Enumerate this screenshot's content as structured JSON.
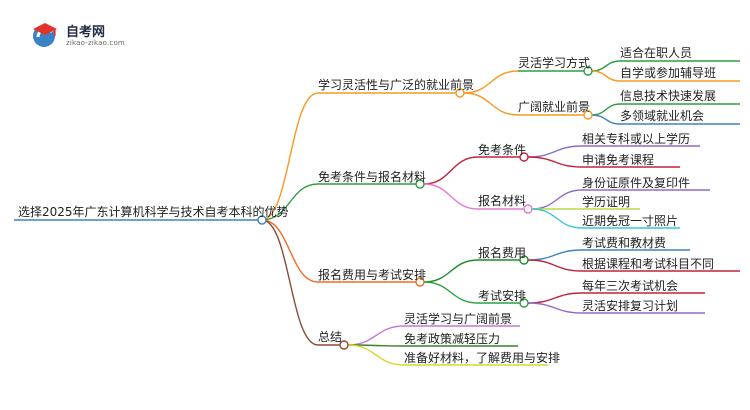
{
  "logo": {
    "name": "自考网",
    "url": "zikao-zikao.com"
  },
  "mindmap": {
    "root": "选择2025年广东计算机科学与技术自考本科的优势",
    "branches": [
      {
        "label": "学习灵活性与广泛的就业前景",
        "children": [
          {
            "label": "灵活学习方式",
            "children": [
              "适合在职人员",
              "自学或参加辅导班"
            ]
          },
          {
            "label": "广阔就业前景",
            "children": [
              "信息技术快速发展",
              "多领域就业机会"
            ]
          }
        ]
      },
      {
        "label": "免考条件与报名材料",
        "children": [
          {
            "label": "免考条件",
            "children": [
              "相关专科或以上学历",
              "申请免考课程"
            ]
          },
          {
            "label": "报名材料",
            "children": [
              "身份证原件及复印件",
              "学历证明",
              "近期免冠一寸照片"
            ]
          }
        ]
      },
      {
        "label": "报名费用与考试安排",
        "children": [
          {
            "label": "报名费用",
            "children": [
              "考试费和教材费",
              "根据课程和考试科目不同"
            ]
          },
          {
            "label": "考试安排",
            "children": [
              "每年三次考试机会",
              "灵活安排复习计划"
            ]
          }
        ]
      },
      {
        "label": "总结",
        "children": [
          "灵活学习与广阔前景",
          "免考政策减轻压力",
          "准备好材料，了解费用与安排"
        ]
      }
    ]
  },
  "colors": {
    "root": "#3b82c4",
    "branch1": "#f59a23",
    "branch2": "#2e9e44",
    "branch2_sub1": "#c0243b",
    "branch2_sub2": "#e57ad0",
    "branch3": "#f26d21",
    "branch3_sub1": "#1f8a2c",
    "branch3_sub2": "#2e9e44",
    "branch4": "#8b4a3a",
    "branch4_leaves": [
      "#c07ad8",
      "#3b7f2a",
      "#d9d92a"
    ],
    "leaf_purple": "#8d6cc9",
    "leaf_green": "#b8d84a",
    "leaf_cyan": "#36c9d8",
    "leaf_blue": "#3b82c4"
  }
}
